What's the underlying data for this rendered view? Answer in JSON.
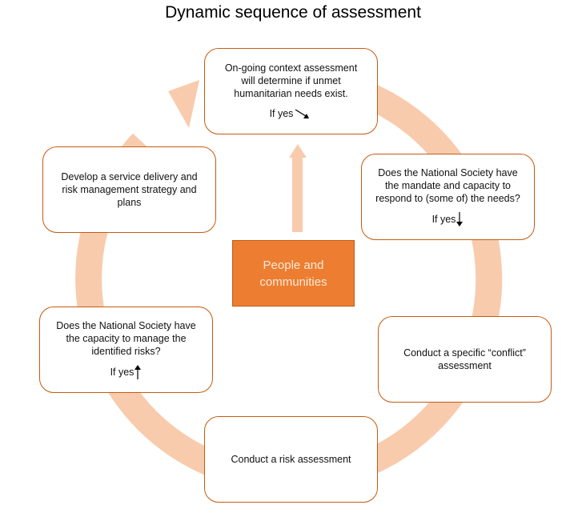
{
  "title": "Dynamic sequence of assessment",
  "colors": {
    "box_border": "#c55a11",
    "center_fill": "#ed7d31",
    "center_text": "#fde9d9",
    "cycle_arrow": "#f8cbad"
  },
  "center": {
    "label": "People and\ncommunities"
  },
  "steps": [
    {
      "id": "context-assessment",
      "text": "On-going context assessment\nwill determine if unmet\nhumanitarian needs exist.",
      "condition": "If yes",
      "condition_arrow": "arrow-down-right-icon"
    },
    {
      "id": "mandate-capacity",
      "text": "Does the National Society have\nthe mandate and capacity to\nrespond to (some of) the needs?",
      "condition": "If yes",
      "condition_arrow": "arrow-down-icon"
    },
    {
      "id": "conflict-assessment",
      "text": "Conduct a specific “conflict”\nassessment"
    },
    {
      "id": "risk-assessment",
      "text": "Conduct a risk assessment"
    },
    {
      "id": "manage-risks-capacity",
      "text": "Does the National Society have\nthe capacity to manage the\nidentified risks?",
      "condition": "If yes",
      "condition_arrow": "arrow-up-icon"
    },
    {
      "id": "strategy-plans",
      "text": "Develop a service delivery and\nrisk management strategy and\nplans"
    }
  ]
}
